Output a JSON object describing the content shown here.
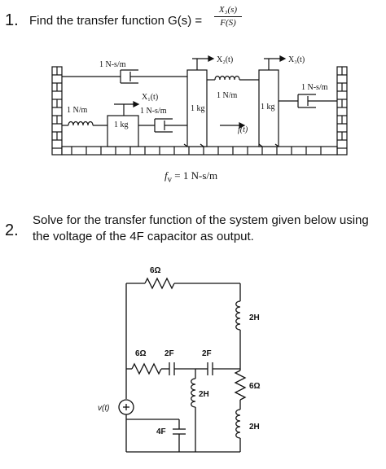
{
  "q1": {
    "number": "1.",
    "text": "Find the transfer function G(s) =",
    "frac_num": "X₃(s)",
    "frac_den": "F(S)",
    "labels": {
      "damper_top": "1 N-s/m",
      "x2": "X₂(t)",
      "x3": "X₃(t)",
      "x1": "X₁(t)",
      "spring_mid": "1 N/m",
      "damper_right": "1 N-s/m",
      "spring_left": "1 N/m",
      "mass1": "1 kg",
      "damper_mid": "1 N-s/m",
      "mass2": "1 kg",
      "mass3": "1 kg",
      "force": "f(t)"
    },
    "fv": "f",
    "fv_sub": "v",
    "fv_rest": " = 1 N-s/m"
  },
  "q2": {
    "number": "2.",
    "text": "Solve for the transfer function of the system given below using the voltage of the 4F capacitor as output.",
    "labels": {
      "r_top": "6Ω",
      "l_right_top": "2H",
      "r_mid": "6Ω",
      "c_2f_a": "2F",
      "c_2f_b": "2F",
      "l_mid": "2H",
      "r_right": "6Ω",
      "source": "v(t)",
      "c_4f": "4F",
      "l_right_bottom": "2H"
    }
  }
}
